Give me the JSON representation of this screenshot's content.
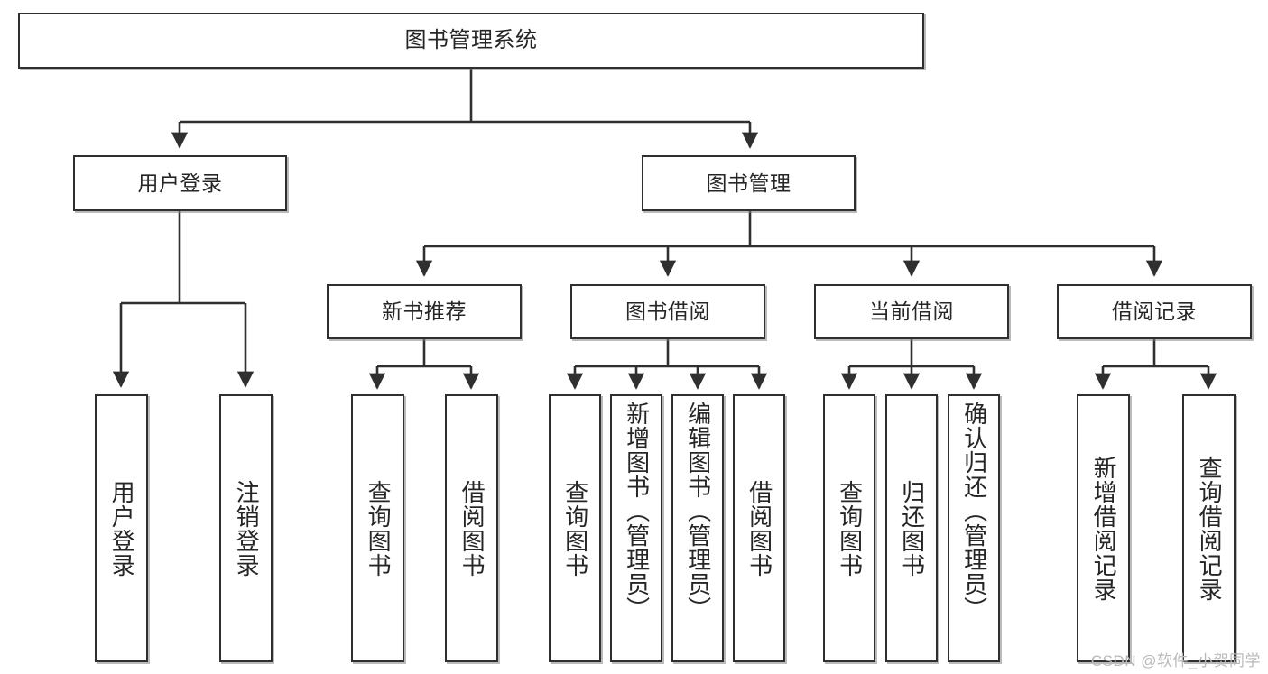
{
  "diagram": {
    "type": "tree-hierarchy",
    "title": "图书管理系统",
    "orientation": "top-down",
    "colors": {
      "stroke": "#2f2f2f",
      "fill": "#ffffff",
      "text": "#262626",
      "watermark": "#b9b9b9",
      "shadow": "#828282"
    },
    "nodes": {
      "root": {
        "label": "图书管理系统"
      },
      "level2": [
        {
          "id": "user-login",
          "label": "用户登录"
        },
        {
          "id": "book-management",
          "label": "图书管理"
        }
      ],
      "level3": [
        {
          "id": "new-book-recommend",
          "label": "新书推荐"
        },
        {
          "id": "book-borrow",
          "label": "图书借阅"
        },
        {
          "id": "current-borrow",
          "label": "当前借阅"
        },
        {
          "id": "borrow-record",
          "label": "借阅记录"
        }
      ],
      "leaves": {
        "user-login": [
          {
            "id": "leaf-user-login",
            "label": "用户登录"
          },
          {
            "id": "leaf-logout-login",
            "label": "注销登录"
          }
        ],
        "new-book-recommend": [
          {
            "id": "leaf-query-book-1",
            "label": "查询图书"
          },
          {
            "id": "leaf-borrow-book-1",
            "label": "借阅图书"
          }
        ],
        "book-borrow": [
          {
            "id": "leaf-query-book-2",
            "label": "查询图书"
          },
          {
            "id": "leaf-add-book",
            "label": "新增图书（管理员）"
          },
          {
            "id": "leaf-edit-book",
            "label": "编辑图书（管理员）"
          },
          {
            "id": "leaf-borrow-book-2",
            "label": "借阅图书"
          }
        ],
        "current-borrow": [
          {
            "id": "leaf-query-book-3",
            "label": "查询图书"
          },
          {
            "id": "leaf-return-book",
            "label": "归还图书"
          },
          {
            "id": "leaf-confirm-return",
            "label": "确认归还（管理员）"
          }
        ],
        "borrow-record": [
          {
            "id": "leaf-add-record",
            "label": "新增借阅记录"
          },
          {
            "id": "leaf-query-record",
            "label": "查询借阅记录"
          }
        ]
      }
    },
    "watermark": "CSDN @软件_小贺同学"
  }
}
